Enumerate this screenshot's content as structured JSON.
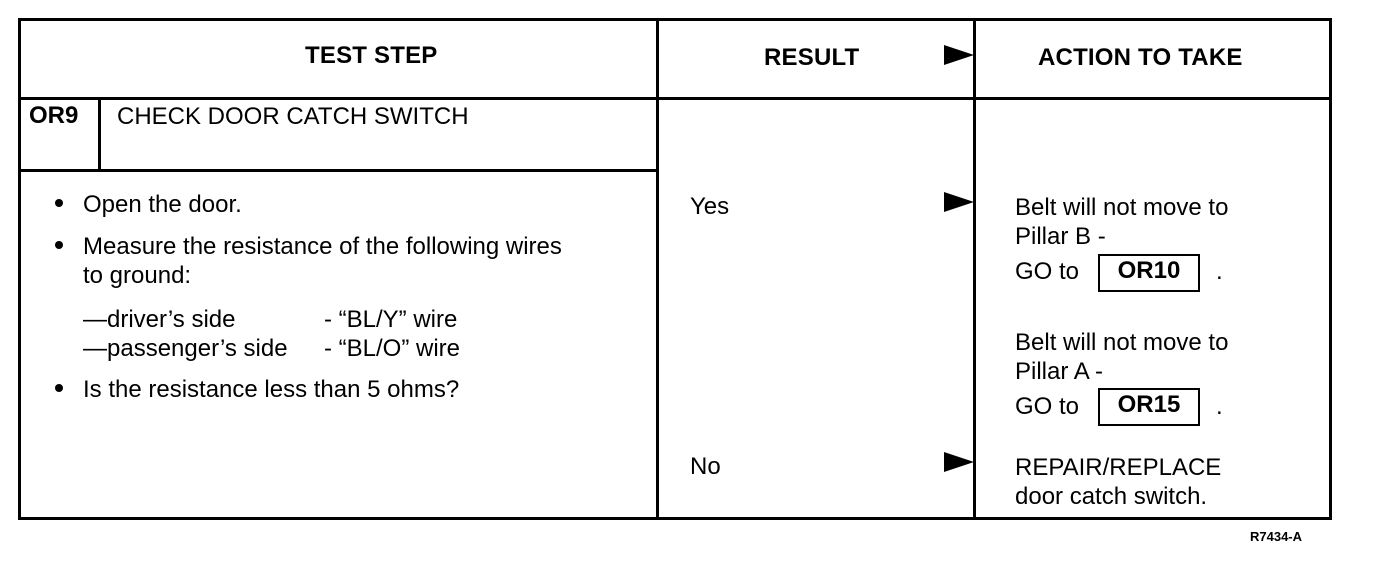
{
  "header": {
    "test_step": "TEST STEP",
    "result": "RESULT",
    "action": "ACTION TO TAKE"
  },
  "step": {
    "code": "OR9",
    "title": "CHECK DOOR CATCH SWITCH",
    "bullets": [
      "Open the door.",
      "Measure the resistance of the following wires",
      "to ground:",
      "Is the resistance less than 5 ohms?"
    ],
    "wires": [
      {
        "side": "—driver’s side",
        "wire": "- “BL/Y” wire"
      },
      {
        "side": "—passenger’s side",
        "wire": "- “BL/O” wire"
      }
    ]
  },
  "results": {
    "yes": "Yes",
    "no": "No"
  },
  "actions": {
    "a1_line1": "Belt will not move to",
    "a1_line2": "Pillar B -",
    "a1_goto": "GO to",
    "a1_ref": "OR10",
    "a2_line1": "Belt will not move to",
    "a2_line2": "Pillar A -",
    "a2_goto": "GO to",
    "a2_ref": "OR15",
    "period": ".",
    "no_line1": "REPAIR/REPLACE",
    "no_line2": "door catch switch."
  },
  "figure_id": "R7434-A"
}
